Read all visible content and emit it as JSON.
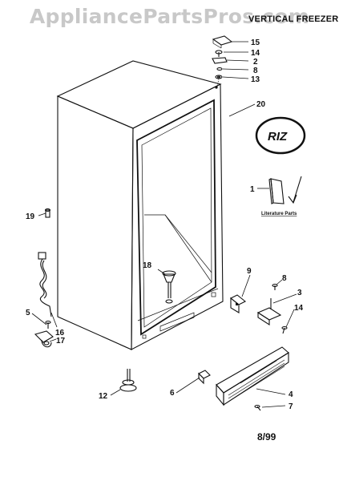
{
  "watermark": "AppliancePartsPros.com",
  "heading": "VERTICAL FREEZER",
  "footer_date": "8/99",
  "literature_label": "Literature Parts",
  "brand_logo_text": "RIZ",
  "callouts": [
    {
      "id": "15",
      "label": "15",
      "part": "hinge-top-cover"
    },
    {
      "id": "14a",
      "label": "14",
      "part": "screw-top"
    },
    {
      "id": "2",
      "label": "2",
      "part": "hinge-top"
    },
    {
      "id": "8a",
      "label": "8",
      "part": "washer-top"
    },
    {
      "id": "13",
      "label": "13",
      "part": "bushing"
    },
    {
      "id": "20",
      "label": "20",
      "part": "cabinet"
    },
    {
      "id": "1",
      "label": "1",
      "part": "literature"
    },
    {
      "id": "19",
      "label": "19",
      "part": "plug-button"
    },
    {
      "id": "18",
      "label": "18",
      "part": "leveling-leg"
    },
    {
      "id": "9",
      "label": "9",
      "part": "hinge-bracket"
    },
    {
      "id": "8b",
      "label": "8",
      "part": "washer-bottom"
    },
    {
      "id": "3",
      "label": "3",
      "part": "hinge-bottom"
    },
    {
      "id": "14b",
      "label": "14",
      "part": "screw-bottom"
    },
    {
      "id": "5",
      "label": "5",
      "part": "screw-cord"
    },
    {
      "id": "16",
      "label": "16",
      "part": "power-cord"
    },
    {
      "id": "17",
      "label": "17",
      "part": "cord-clamp"
    },
    {
      "id": "6",
      "label": "6",
      "part": "grille-clip"
    },
    {
      "id": "4",
      "label": "4",
      "part": "toe-grille"
    },
    {
      "id": "7",
      "label": "7",
      "part": "grille-screw"
    },
    {
      "id": "12",
      "label": "12",
      "part": "leveling-foot"
    }
  ]
}
